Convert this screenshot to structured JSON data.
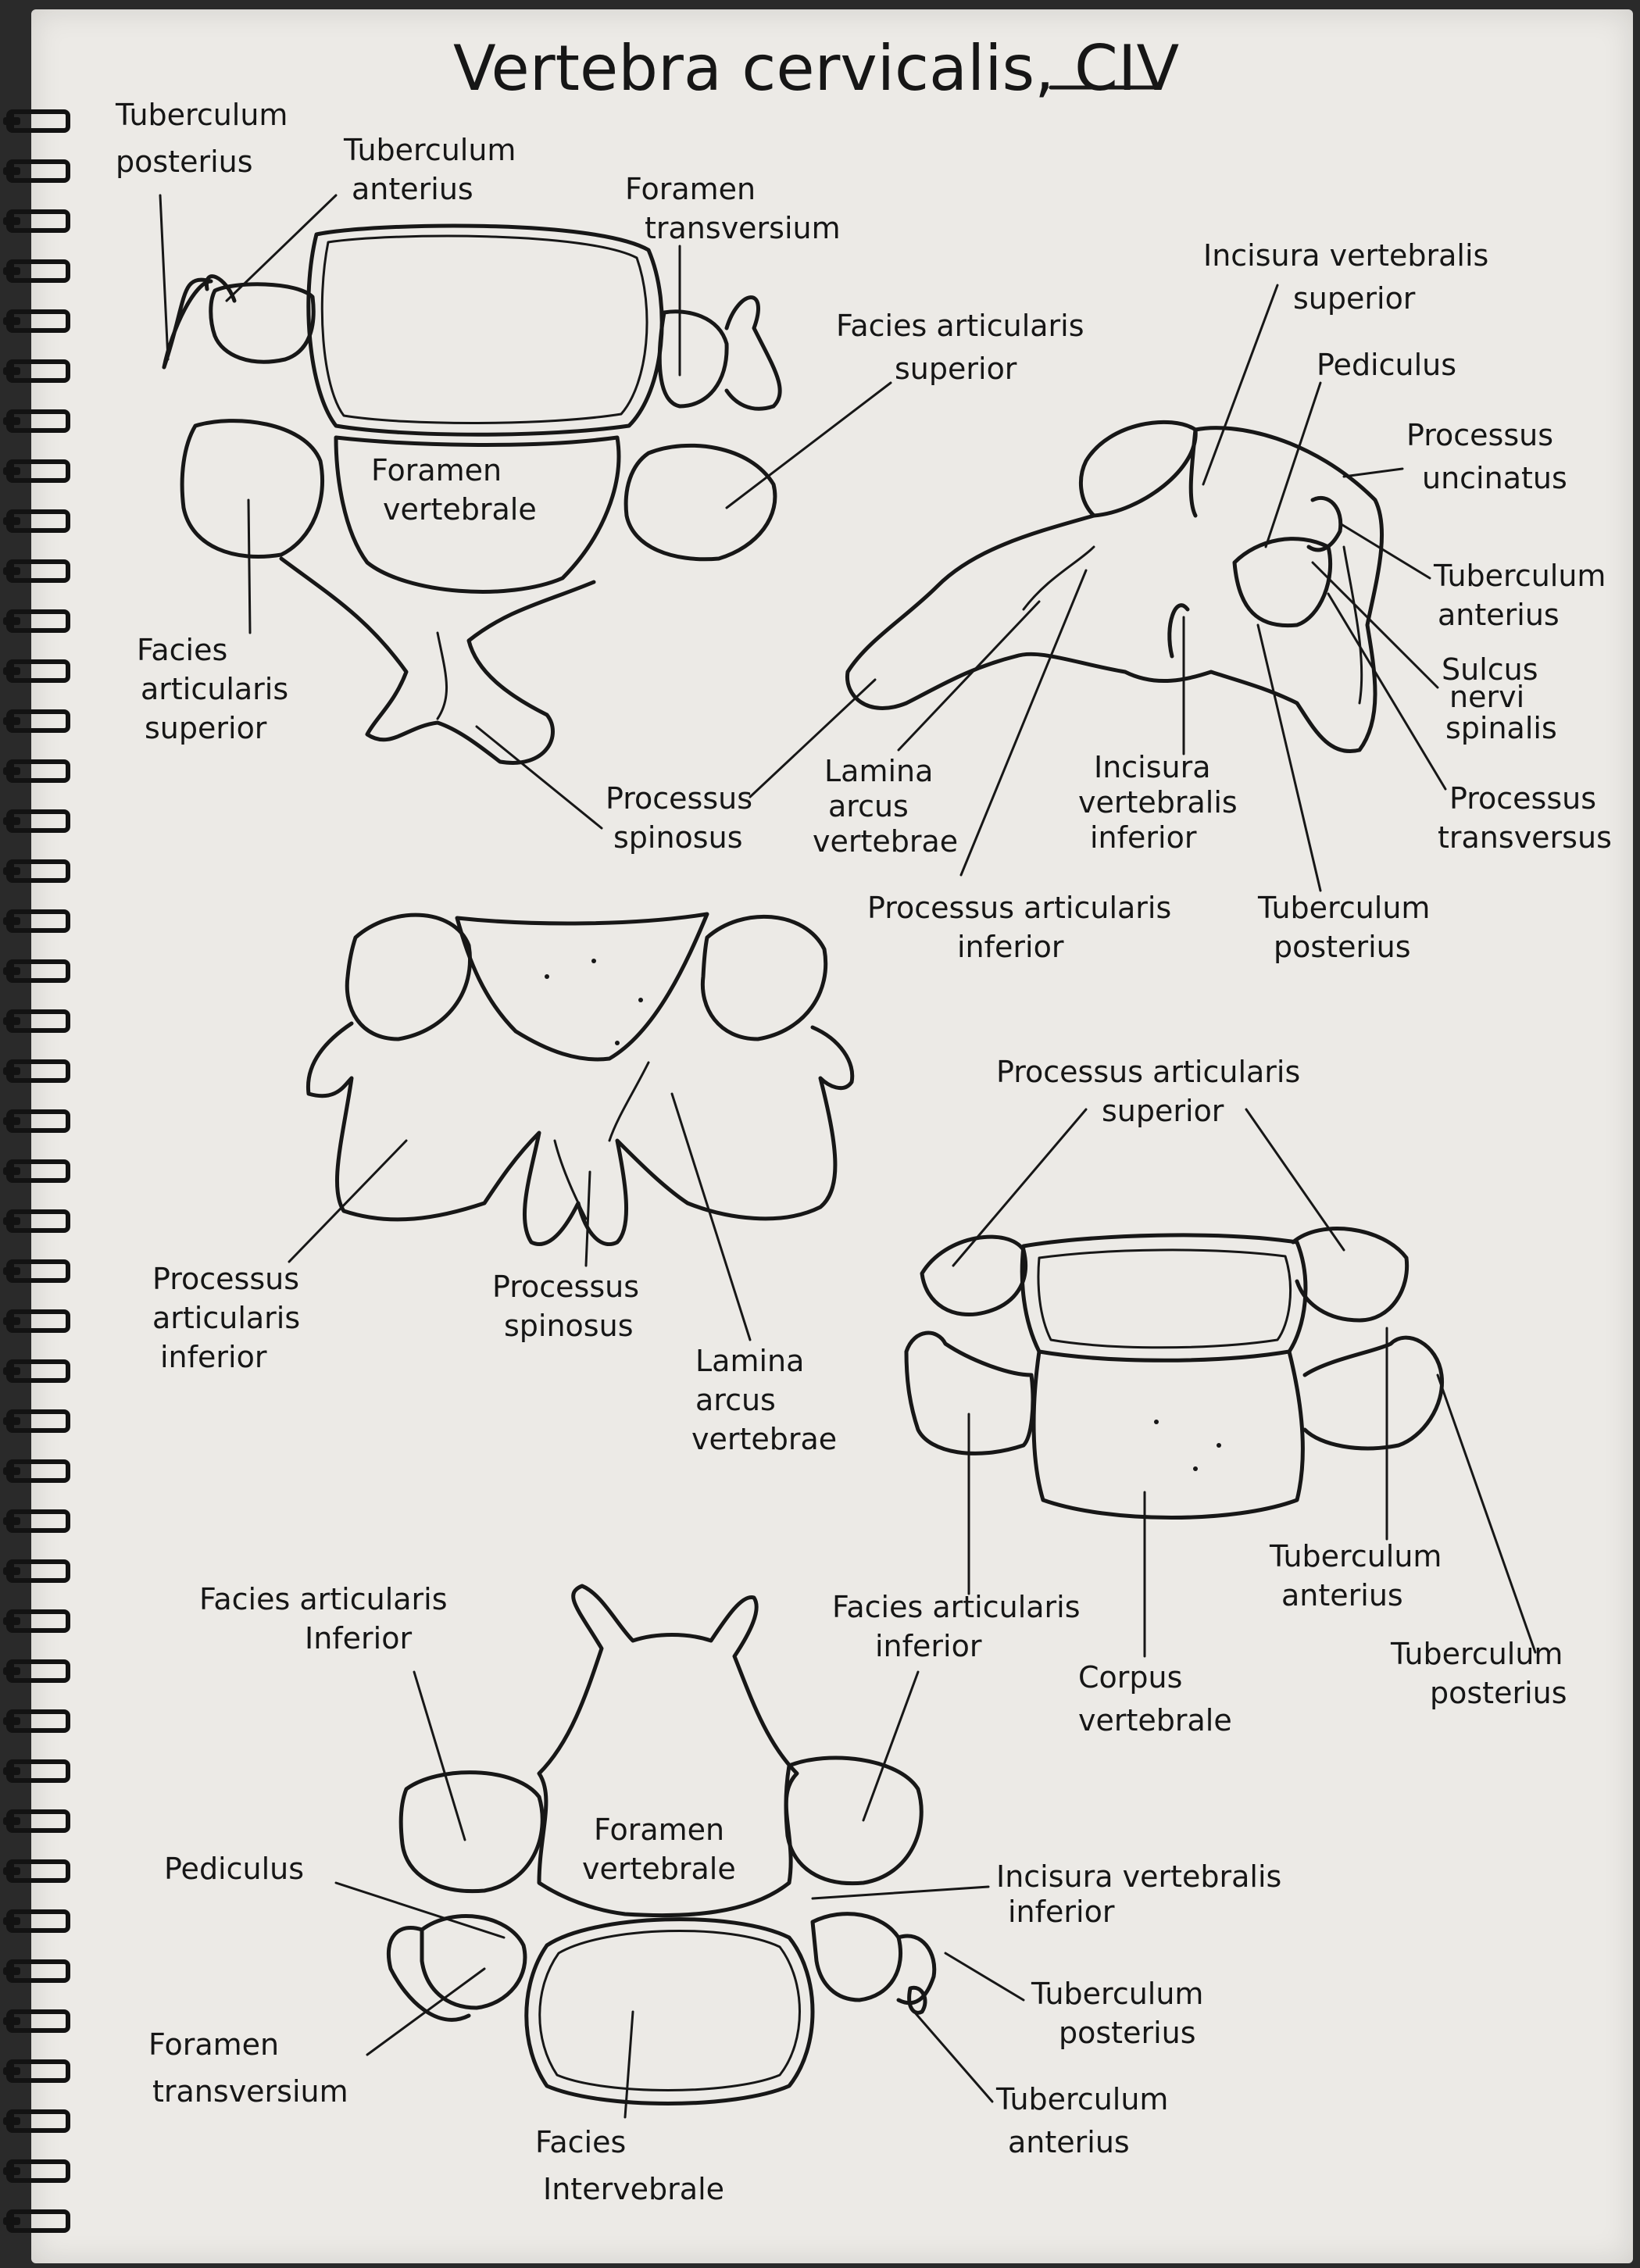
{
  "title": "Vertebra cervicalis, CIV",
  "views": {
    "superior": {
      "tuberculum_posterius": [
        "Tuberculum",
        "posterius"
      ],
      "tuberculum_anterius": [
        "Tuberculum",
        "anterius"
      ],
      "foramen_transversium": [
        "Foramen",
        "transversium"
      ],
      "facies_articularis_superior_right": [
        "Facies articularis",
        "superior"
      ],
      "foramen_vertebrale": [
        "Foramen",
        "vertebrale"
      ],
      "facies_articularis_superior_left": [
        "Facies",
        "articularis",
        "superior"
      ],
      "processus_spinosus": [
        "Processus",
        "spinosus"
      ]
    },
    "lateral": {
      "incisura_vertebralis_superior": [
        "Incisura vertebralis",
        "superior"
      ],
      "pediculus": [
        "Pediculus"
      ],
      "processus_uncinatus": [
        "Processus",
        "uncinatus"
      ],
      "tuberculum_anterius": [
        "Tuberculum",
        "anterius"
      ],
      "sulcus_nervi_spinalis": [
        "Sulcus",
        "nervi",
        "spinalis"
      ],
      "processus_transversus": [
        "Processus",
        "transversus"
      ],
      "lamina_arcus_vertebrae": [
        "Lamina",
        "arcus",
        "vertebrae"
      ],
      "incisura_vertebralis_inferior": [
        "Incisura",
        "vertebralis",
        "inferior"
      ],
      "processus_articularis_inferior": [
        "Processus articularis",
        "inferior"
      ],
      "tuberculum_posterius": [
        "Tuberculum",
        "posterius"
      ]
    },
    "posterior": {
      "processus_articularis_inferior": [
        "Processus",
        "articularis",
        "inferior"
      ],
      "processus_spinosus": [
        "Processus",
        "spinosus"
      ],
      "lamina_arcus_vertebrae": [
        "Lamina",
        "arcus",
        "vertebrae"
      ]
    },
    "anterior": {
      "processus_articularis_superior": [
        "Processus articularis",
        "superior"
      ],
      "tuberculum_anterius": [
        "Tuberculum",
        "anterius"
      ],
      "tuberculum_posterius": [
        "Tuberculum",
        "posterius"
      ],
      "corpus_vertebrale": [
        "Corpus",
        "vertebrale"
      ],
      "facies_articularis_inferior": [
        "Facies articularis",
        "inferior"
      ]
    },
    "inferior": {
      "facies_articularis_inferior_left": [
        "Facies articularis",
        "Inferior"
      ],
      "foramen_vertebrale": [
        "Foramen",
        "vertebrale"
      ],
      "incisura_vertebralis_inferior": [
        "Incisura vertebralis",
        "inferior"
      ],
      "pediculus": [
        "Pediculus"
      ],
      "tuberculum_posterius": [
        "Tuberculum",
        "posterius"
      ],
      "foramen_transversium": [
        "Foramen",
        "transversium"
      ],
      "tuberculum_anterius": [
        "Tuberculum",
        "anterius"
      ],
      "facies_intervebrale": [
        "Facies",
        "Intervebrale"
      ]
    }
  }
}
